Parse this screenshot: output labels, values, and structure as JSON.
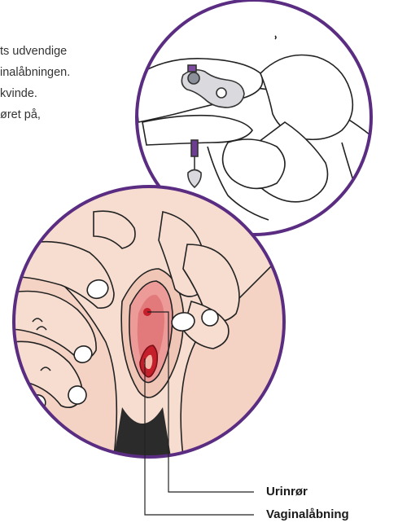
{
  "text_lines": [
    "ts udvendige",
    "inalåbningen.",
    "kvinde.",
    "øret på,"
  ],
  "labels": {
    "urethra": "Urinrør",
    "vaginal_opening": "Vaginalåbning"
  },
  "colors": {
    "frame": "#5b2d82",
    "skin": "#f7ddd0",
    "skin_shadow": "#e9bfae",
    "tissue": "#e98a8a",
    "marker": "#c41f2a"
  }
}
